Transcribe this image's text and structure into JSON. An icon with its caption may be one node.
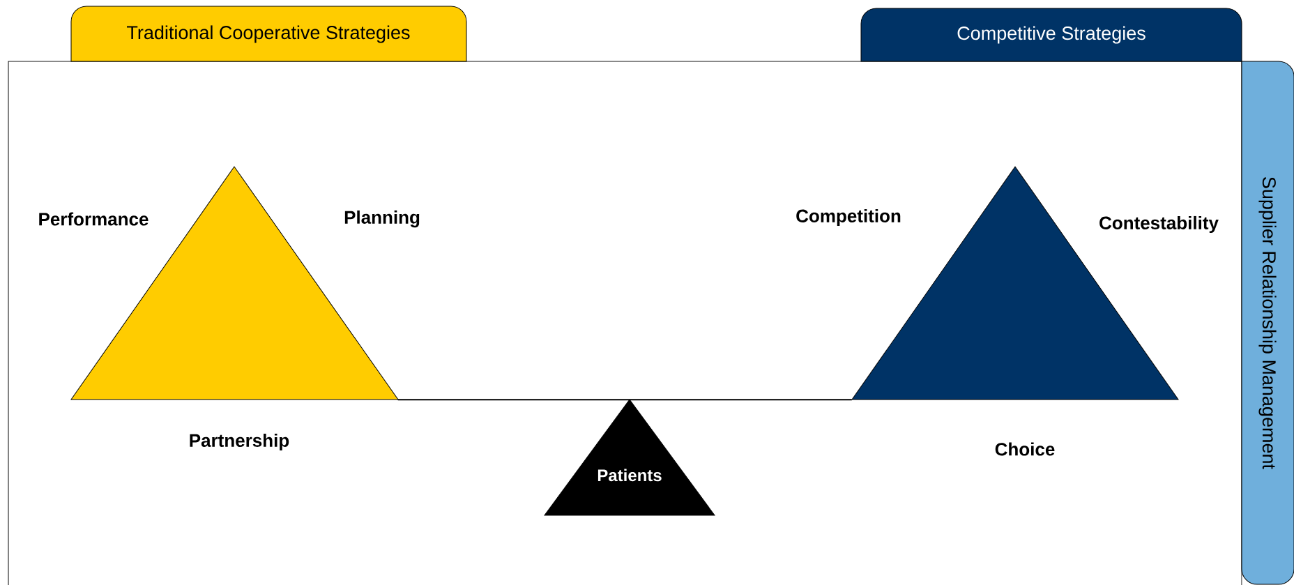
{
  "diagram": {
    "nodes": [
      {
        "text": [
          "Traditional Cooperative Strategies"
        ]
      },
      {
        "text": [
          "Competitive Strategies"
        ]
      },
      {
        "text": [
          "Supplier Relationship Management"
        ]
      },
      {
        "text": [],
        "shape": "triangle",
        "beside": [
          "Performance",
          "Planning",
          "Partnership"
        ]
      },
      {
        "text": [],
        "shape": "triangle",
        "beside": [
          "Competition",
          "Contestability",
          "Choice"
        ]
      },
      {
        "text": [
          "Patients"
        ]
      }
    ],
    "edges": [
      {
        "from": 3,
        "to": 4,
        "arrow": "none"
      }
    ]
  }
}
